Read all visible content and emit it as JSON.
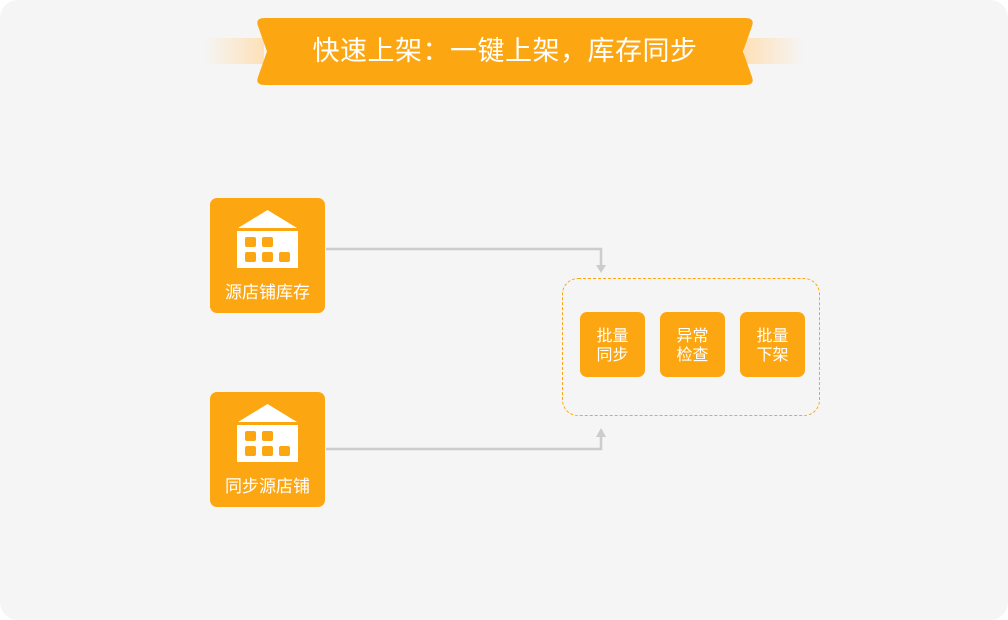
{
  "banner": {
    "title": "快速上架：一键上架，库存同步"
  },
  "sources": [
    {
      "label": "源店铺库存",
      "icon": "warehouse-icon"
    },
    {
      "label": "同步源店铺",
      "icon": "warehouse-icon"
    }
  ],
  "operations": [
    {
      "label": "批量同步"
    },
    {
      "label": "异常检查"
    },
    {
      "label": "批量下架"
    }
  ],
  "colors": {
    "accent": "#fca611",
    "background": "#f5f5f5",
    "connector": "#cccccc",
    "text_on_accent": "#ffffff"
  }
}
